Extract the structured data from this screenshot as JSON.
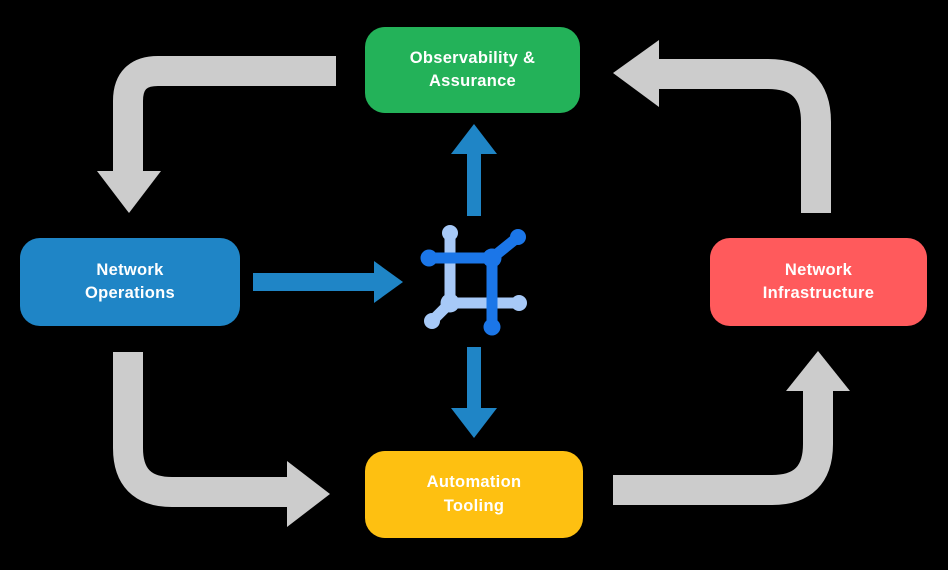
{
  "diagram": {
    "background_color": "#000000",
    "text_color": "#ffffff",
    "nodes": [
      {
        "id": "observability-assurance",
        "label": "Observability & Assurance",
        "lines": [
          "Observability &",
          "Assurance"
        ],
        "color": "#23b259"
      },
      {
        "id": "network-operations",
        "label": "Network Operations",
        "lines": [
          "Network",
          "Operations"
        ],
        "color": "#1f85c6"
      },
      {
        "id": "network-infrastructure",
        "label": "Network Infrastructure",
        "lines": [
          "Network",
          "Infrastructure"
        ],
        "color": "#ff5a5c"
      },
      {
        "id": "automation-tooling",
        "label": "Automation Tooling",
        "lines": [
          "Automation",
          "Tooling"
        ],
        "color": "#fec011"
      }
    ],
    "cycle_arrows": {
      "color": "#cccccc",
      "flow": [
        "Observability & Assurance → Network Operations",
        "Network Operations → Automation Tooling",
        "Automation Tooling → Network Infrastructure",
        "Network Infrastructure → Observability & Assurance"
      ]
    },
    "center_arrows": {
      "color": "#1f85c6",
      "flow": [
        "Network Operations → center icon",
        "center icon → Observability & Assurance",
        "center icon → Automation Tooling"
      ]
    },
    "center_icon": {
      "name": "network-mesh-icon",
      "dark_color": "#1b76e8",
      "light_color": "#a7c9f7"
    }
  }
}
